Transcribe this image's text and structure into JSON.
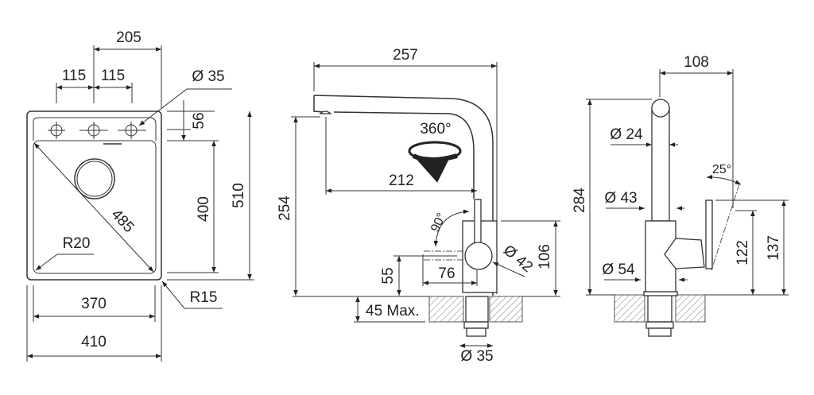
{
  "sink_view": {
    "width_half": "205",
    "hole_spacing_left": "115",
    "hole_spacing_right": "115",
    "hole_diameter": "Ø 35",
    "shelf_depth": "56",
    "bowl_depth": "400",
    "overall_depth": "510",
    "diagonal": "485",
    "inner_radius": "R20",
    "outer_radius": "R15",
    "bowl_width": "370",
    "overall_width": "410"
  },
  "faucet_front_view": {
    "overall_reach": "257",
    "rotation": "360°",
    "spout_reach": "212",
    "spout_height": "254",
    "lever_angle": "90°",
    "handle_diameter": "Ø 42",
    "body_height": "106",
    "lever_offset": "76",
    "lever_height": "55",
    "max_thickness": "45 Max.",
    "pipe_diameter": "Ø 35"
  },
  "faucet_side_view": {
    "depth": "108",
    "overall_height": "284",
    "tube_diameter": "Ø 24",
    "body_diameter": "Ø 43",
    "base_diameter": "Ø 54",
    "lever_tilt": "25°",
    "lever_pivot_height": "122",
    "lever_top_height": "137"
  }
}
